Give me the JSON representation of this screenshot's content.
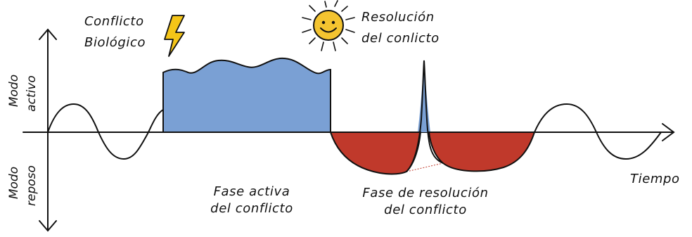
{
  "diagram": {
    "axes": {
      "y_top_label": [
        "Modo",
        "activo"
      ],
      "y_bottom_label": [
        "Modo",
        "reposo"
      ],
      "x_label": "Tiempo"
    },
    "annotations": {
      "conflict": {
        "line1": "Conflicto",
        "line2": "Biológico",
        "icon": "lightning-bolt-icon"
      },
      "resolution": {
        "line1": "Resolución",
        "line2": "del conlicto",
        "icon": "smiling-sun-icon"
      }
    },
    "phases": {
      "active": {
        "line1": "Fase activa",
        "line2": "del conflicto",
        "color": "#7aa0d4"
      },
      "resolution": {
        "line1": "Fase de resolución",
        "line2": "del conflicto",
        "color": "#c0392b"
      }
    },
    "colors": {
      "bolt": "#f5c518",
      "sun": "#f4c430",
      "line": "#111111"
    }
  }
}
